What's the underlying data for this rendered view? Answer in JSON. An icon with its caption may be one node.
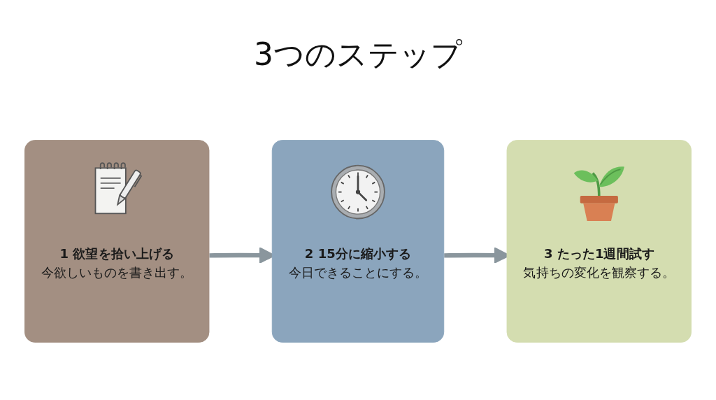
{
  "diagram": {
    "title": "3つのステップ",
    "nodes": [
      {
        "text": [
          "1 欲望を拾い上げる",
          "今欲しいものを書き出す。"
        ]
      },
      {
        "text": [
          "2 15分に縮小する",
          "今日できることにする。"
        ]
      },
      {
        "text": [
          "3 たった1週間試す",
          "気持ちの変化を観察する。"
        ]
      }
    ],
    "edges": [
      {
        "from": 0,
        "to": 1,
        "arrow": "to"
      },
      {
        "from": 1,
        "to": 2,
        "arrow": "to"
      }
    ]
  }
}
